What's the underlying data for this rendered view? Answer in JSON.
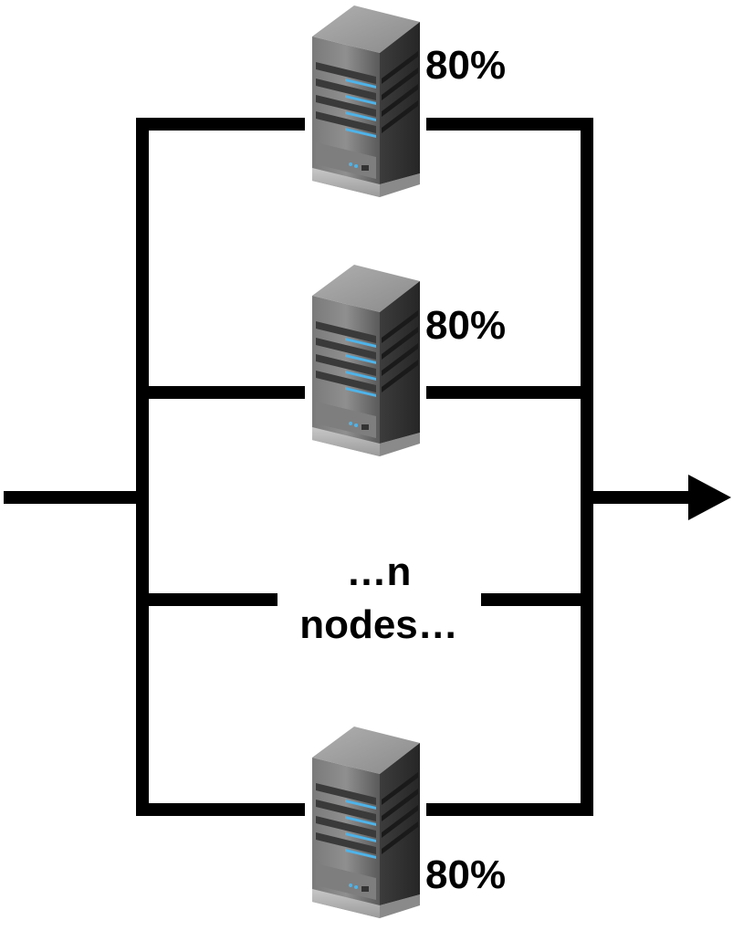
{
  "nodes": [
    {
      "label": "80%",
      "icon": "server-icon"
    },
    {
      "label": "80%",
      "icon": "server-icon"
    },
    {
      "label": "80%",
      "icon": "server-icon"
    }
  ],
  "ellipsis": {
    "line1": "…n",
    "line2": "nodes…"
  },
  "colors": {
    "line": "#000000",
    "server_body": "#6b6b6b",
    "led": "#4fb3e8"
  }
}
